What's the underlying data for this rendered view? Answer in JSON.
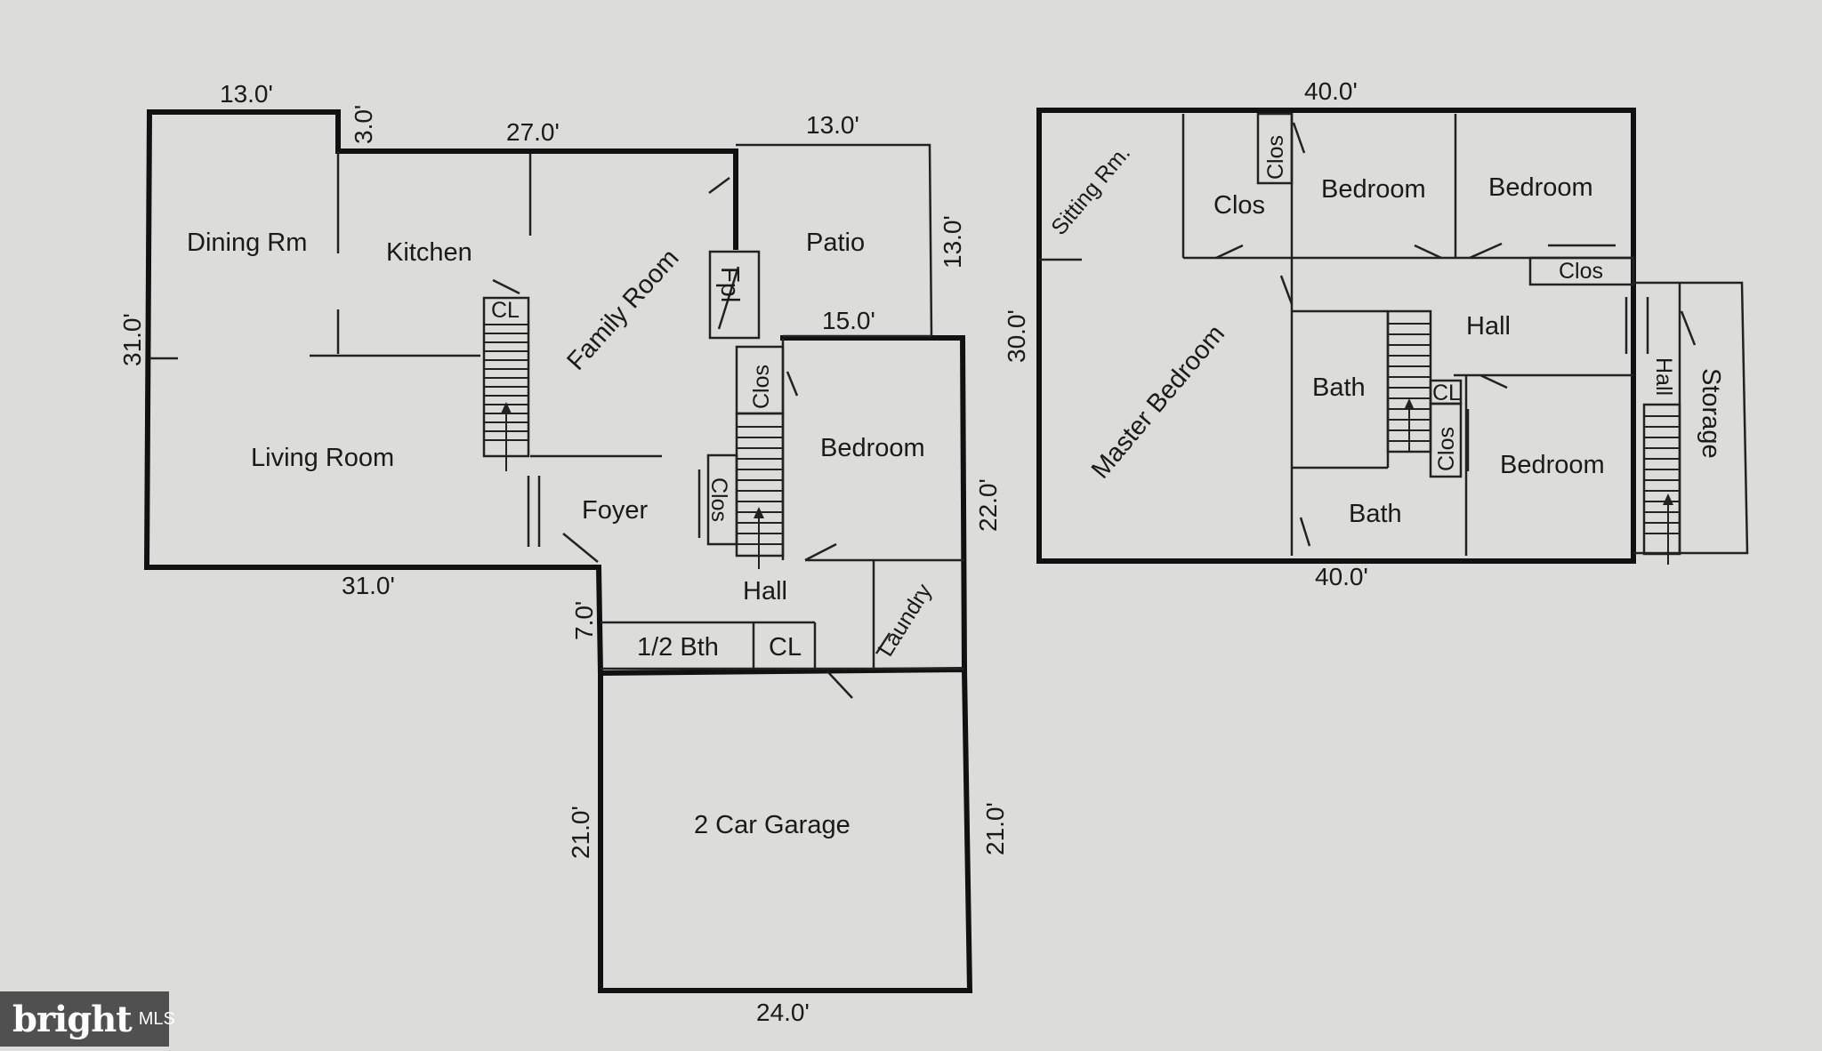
{
  "watermark": {
    "logo": "bright",
    "suffix": "MLS"
  },
  "first_floor": {
    "rooms": {
      "dining_room": "Dining Rm",
      "kitchen": "Kitchen",
      "family_room": "Family Room",
      "fireplace": "Fpl",
      "patio": "Patio",
      "living_room": "Living Room",
      "closet_stairs": "CL",
      "foyer": "Foyer",
      "closet_hall": "Clos",
      "closet_stair": "Clos",
      "bedroom": "Bedroom",
      "hall": "Hall",
      "laundry": "Laundry",
      "half_bath": "1/2 Bth",
      "closet_bath": "CL",
      "garage": "2 Car Garage"
    },
    "dimensions": {
      "dining_width": "13.0'",
      "step_depth": "3.0'",
      "kitchen_width": "27.0'",
      "patio_width": "13.0'",
      "patio_depth": "13.0'",
      "left_depth": "31.0'",
      "bedroom_width": "15.0'",
      "bottom_width": "31.0'",
      "bedroom_depth": "22.0'",
      "bath_depth": "7.0'",
      "garage_left": "21.0'",
      "garage_right": "21.0'",
      "garage_width": "24.0'"
    }
  },
  "second_floor": {
    "rooms": {
      "sitting_room": "Sitting Rm.",
      "closet_main": "Clos",
      "closet_narrow": "Clos",
      "bedroom_1": "Bedroom",
      "bedroom_2": "Bedroom",
      "closet_right": "Clos",
      "hall": "Hall",
      "master_bedroom": "Master Bedroom",
      "bath_1": "Bath",
      "closet_cl": "CL",
      "closet_v": "Clos",
      "bedroom_3": "Bedroom",
      "bath_2": "Bath",
      "hall_side": "Hall",
      "storage": "Storage"
    },
    "dimensions": {
      "top_width": "40.0'",
      "left_depth": "30.0'",
      "bottom_width": "40.0'"
    }
  }
}
